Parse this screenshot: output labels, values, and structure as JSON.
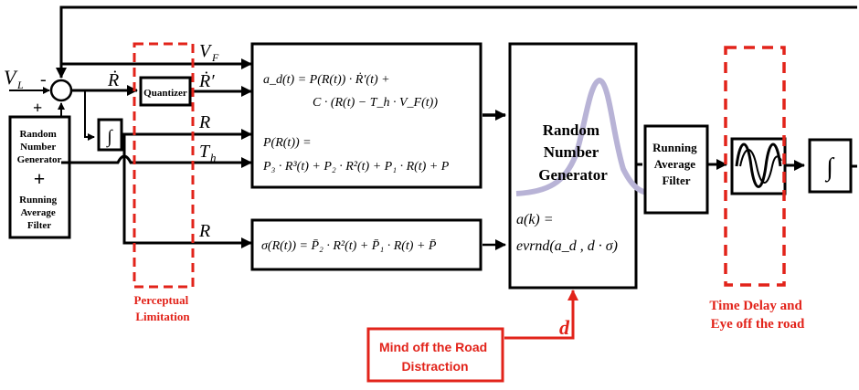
{
  "signals": {
    "vl": "V",
    "vl_sub": "L",
    "minus": "-",
    "plus": "+",
    "vf": "V",
    "vf_sub": "F",
    "rdot": "Ṙ",
    "rdot_prime": "Ṙ′",
    "r1": "R",
    "th": "T",
    "th_sub": "h",
    "r2": "R",
    "d": "d"
  },
  "blocks": {
    "quantizer": "Quantizer",
    "integrator": "∫",
    "rng_left": [
      "Random",
      "Number",
      "Generator"
    ],
    "rng_left_plus": "+",
    "raf_left": [
      "Running",
      "Average",
      "Filter"
    ],
    "rng_center": [
      "Random",
      "Number",
      "Generator"
    ],
    "raf_right": [
      "Running",
      "Average",
      "Filter"
    ],
    "integrator_right": "∫"
  },
  "equations": {
    "ad_line1": "a_d(t) = P(R(t)) · Ṙ′(t) +",
    "ad_line2": "C · (R(t) − T_h · V_F(t))",
    "p_line1": "P(R(t)) =",
    "p_line2": "P₃ · R³(t) + P₂ · R²(t) + P₁ · R(t) + P",
    "sigma": "σ(R(t)) = P̄₂ · R²(t) + P̄₁ · R(t) + P̄",
    "ak_line1": "a(k) =",
    "ak_line2": "evrnd(a_d , d · σ)"
  },
  "annotations": {
    "perceptual": [
      "Perceptual",
      "Limitation"
    ],
    "time_delay": [
      "Time Delay and",
      "Eye off the road"
    ],
    "mind_off": [
      "Mind off the Road",
      "Distraction"
    ]
  },
  "colors": {
    "accent_red": "#e2231a",
    "line": "#000000",
    "bell_curve": "#b8b3d6"
  }
}
